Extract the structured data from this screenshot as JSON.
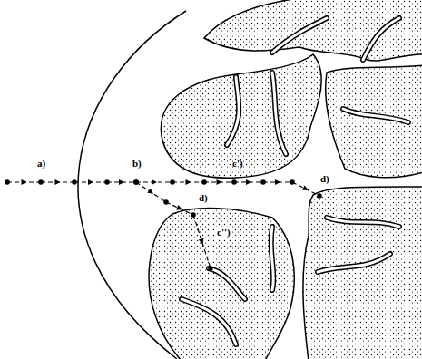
{
  "diagram": {
    "labels": [
      "a)",
      "b)",
      "c')",
      "d)",
      "d)",
      "c'')"
    ]
  }
}
